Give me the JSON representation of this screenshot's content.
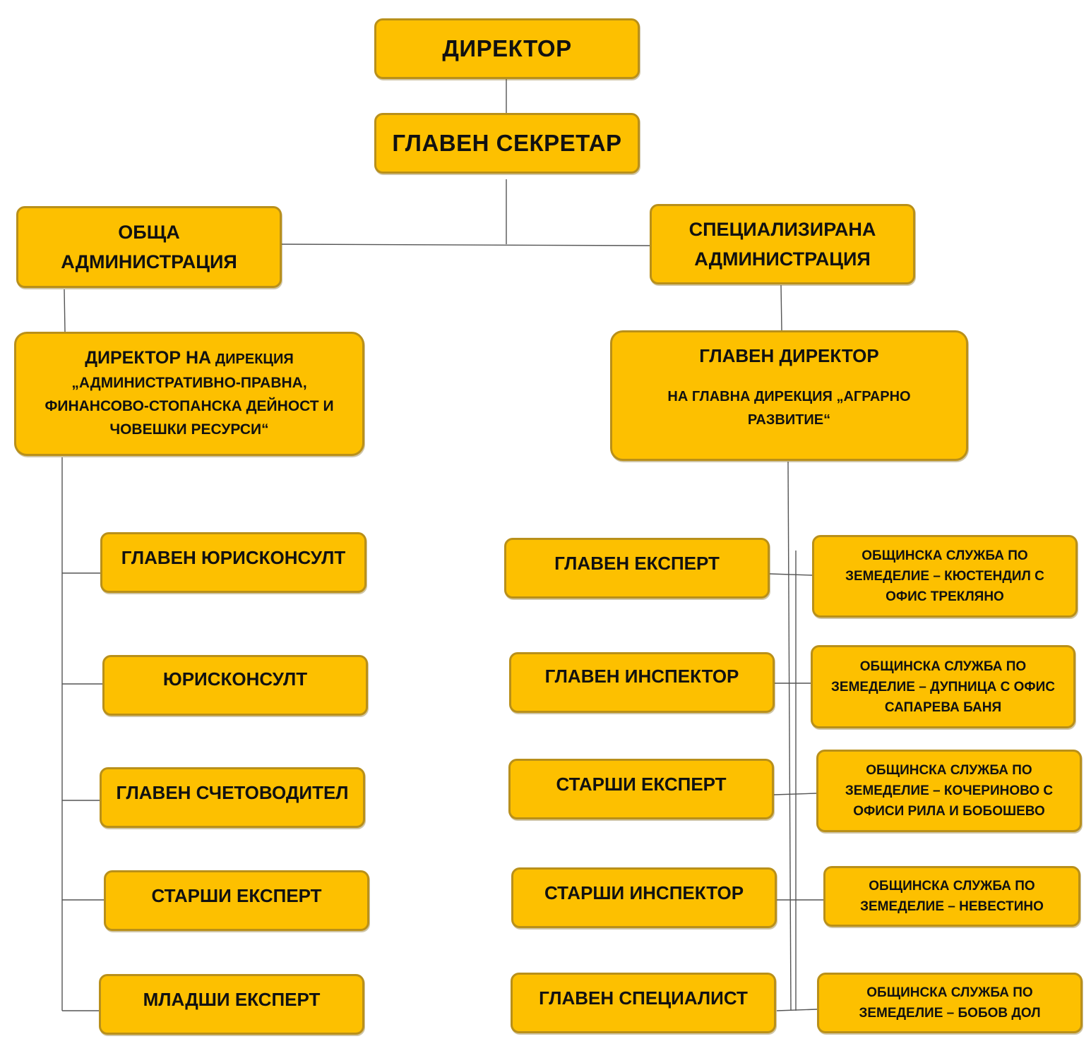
{
  "org_chart": {
    "director": "ДИРЕКТОР",
    "chief_secretary": "ГЛАВЕН СЕКРЕТАР",
    "general_administration": {
      "line1": "ОБЩА",
      "line2": "АДМИНИСТРАЦИЯ"
    },
    "specialized_administration": {
      "line1": "СПЕЦИАЛИЗИРАНА",
      "line2": "АДМИНИСТРАЦИЯ"
    },
    "directorate_head": {
      "line1_main": "ДИРЕКТОР НА",
      "line1_small": "ДИРЕКЦИЯ",
      "line2": "„АДМИНИСТРАТИВНО-ПРАВНА,",
      "line3": "ФИНАНСОВО-СТОПАНСКА ДЕЙНОСТ И",
      "line4": "ЧОВЕШКИ РЕСУРСИ“"
    },
    "chief_director": {
      "title": "ГЛАВЕН ДИРЕКТОР",
      "line2": "НА ГЛАВНА ДИРЕКЦИЯ „АГРАРНО",
      "line3": "РАЗВИТИЕ“"
    },
    "left_positions": [
      "ГЛАВЕН ЮРИСКОНСУЛТ",
      "ЮРИСКОНСУЛТ",
      "ГЛАВЕН СЧЕТОВОДИТЕЛ",
      "СТАРШИ ЕКСПЕРТ",
      "МЛАДШИ ЕКСПЕРТ"
    ],
    "right_positions": [
      "ГЛАВЕН ЕКСПЕРТ",
      "ГЛАВЕН ИНСПЕКТОР",
      "СТАРШИ ЕКСПЕРТ",
      "СТАРШИ ИНСПЕКТОР",
      "ГЛАВЕН СПЕЦИАЛИСТ"
    ],
    "municipal_services": [
      {
        "line1": "ОБЩИНСКА СЛУЖБА ПО",
        "line2": "ЗЕМЕДЕЛИЕ – КЮСТЕНДИЛ С",
        "line3": "ОФИС ТРЕКЛЯНО"
      },
      {
        "line1": "ОБЩИНСКА СЛУЖБА ПО",
        "line2": "ЗЕМЕДЕЛИЕ – ДУПНИЦА С ОФИС",
        "line3": "САПАРЕВА БАНЯ"
      },
      {
        "line1": "ОБЩИНСКА СЛУЖБА ПО",
        "line2": "ЗЕМЕДЕЛИЕ – КОЧЕРИНОВО С",
        "line3": "ОФИСИ РИЛА И БОБОШЕВО"
      },
      {
        "line1": "ОБЩИНСКА СЛУЖБА ПО",
        "line2": "ЗЕМЕДЕЛИЕ – НЕВЕСТИНО"
      },
      {
        "line1": "ОБЩИНСКА СЛУЖБА ПО",
        "line2": "ЗЕМЕДЕЛИЕ – БОБОВ ДОЛ"
      }
    ],
    "colors": {
      "box_fill": "#fdc000",
      "box_border": "#b9901a",
      "connector": "#555555",
      "text": "#111111"
    }
  }
}
